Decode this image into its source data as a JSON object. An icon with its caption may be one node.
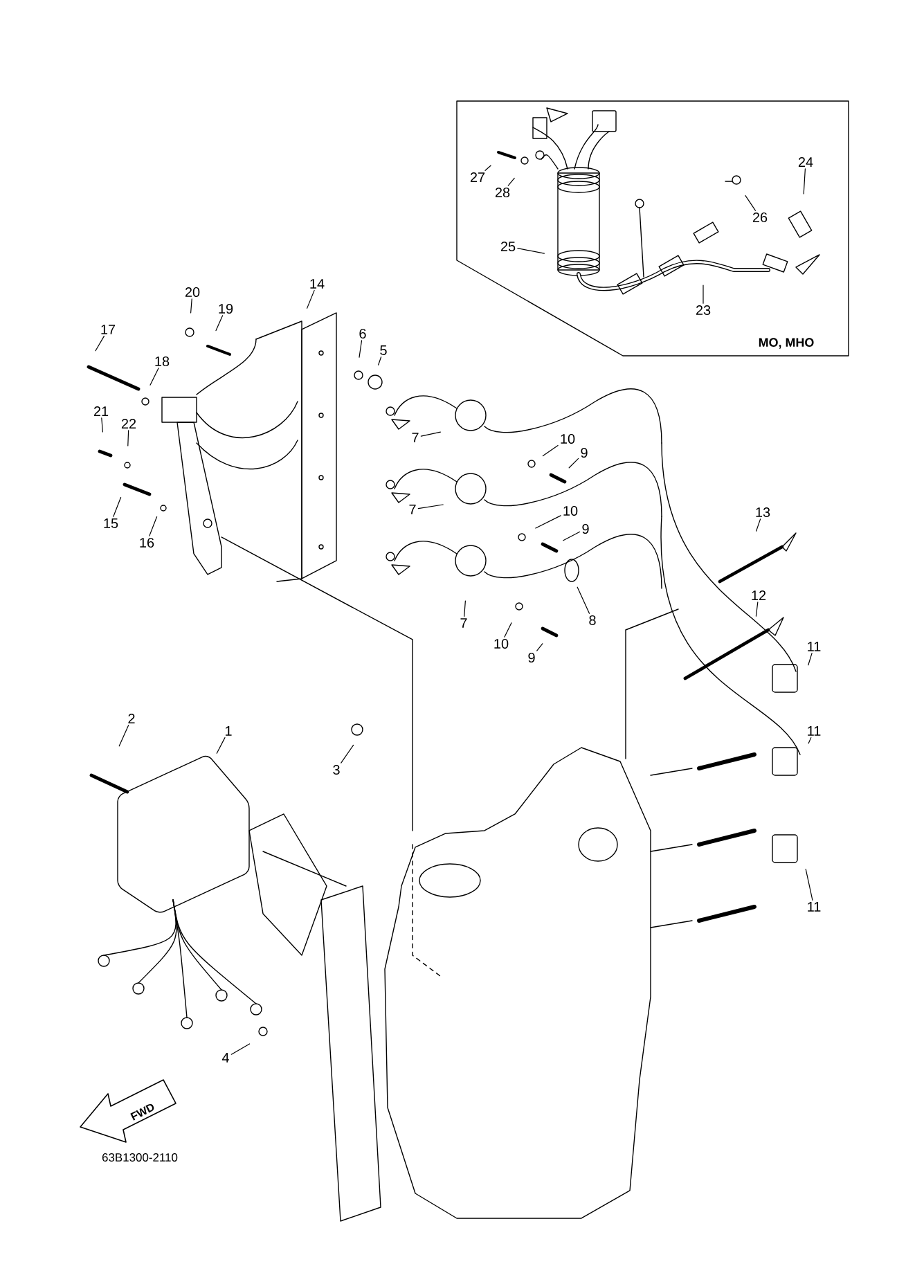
{
  "diagram": {
    "nodes": [
      {
        "text": [
          "24"
        ]
      },
      {
        "text": [
          "27"
        ]
      },
      {
        "text": [
          "28"
        ]
      },
      {
        "text": [
          "26"
        ]
      },
      {
        "text": [
          "25"
        ]
      },
      {
        "text": [
          "14"
        ]
      },
      {
        "text": [
          "20"
        ]
      },
      {
        "text": [
          "19"
        ]
      },
      {
        "text": [
          "23"
        ]
      },
      {
        "text": [
          "17"
        ]
      },
      {
        "text": [
          "6"
        ]
      },
      {
        "text": [
          "5"
        ]
      },
      {
        "text": [
          "18"
        ]
      },
      {
        "text": [
          "21"
        ]
      },
      {
        "text": [
          "22"
        ]
      },
      {
        "text": [
          "7"
        ]
      },
      {
        "text": [
          "10"
        ]
      },
      {
        "text": [
          "9"
        ]
      },
      {
        "text": [
          "7"
        ]
      },
      {
        "text": [
          "10"
        ]
      },
      {
        "text": [
          "13"
        ]
      },
      {
        "text": [
          "15"
        ]
      },
      {
        "text": [
          "9"
        ]
      },
      {
        "text": [
          "16"
        ]
      },
      {
        "text": [
          "12"
        ]
      },
      {
        "text": [
          "8"
        ]
      },
      {
        "text": [
          "7"
        ]
      },
      {
        "text": [
          "10"
        ]
      },
      {
        "text": [
          "11"
        ]
      },
      {
        "text": [
          "9"
        ]
      },
      {
        "text": [
          "2"
        ]
      },
      {
        "text": [
          "1"
        ]
      },
      {
        "text": [
          "11"
        ]
      },
      {
        "text": [
          "3"
        ]
      },
      {
        "text": [
          "11"
        ]
      },
      {
        "text": [
          "4"
        ]
      }
    ],
    "edges": [
      {
        "from": 0,
        "to": null,
        "arrow": "none"
      },
      {
        "from": 1,
        "to": null,
        "arrow": "none"
      },
      {
        "from": 2,
        "to": null,
        "arrow": "none"
      },
      {
        "from": 3,
        "to": null,
        "arrow": "none"
      },
      {
        "from": 4,
        "to": null,
        "arrow": "none"
      },
      {
        "from": 5,
        "to": null,
        "arrow": "none"
      },
      {
        "from": 6,
        "to": null,
        "arrow": "none"
      },
      {
        "from": 7,
        "to": null,
        "arrow": "none"
      },
      {
        "from": 8,
        "to": null,
        "arrow": "none"
      },
      {
        "from": 9,
        "to": null,
        "arrow": "none"
      },
      {
        "from": 10,
        "to": null,
        "arrow": "none"
      },
      {
        "from": 11,
        "to": null,
        "arrow": "none"
      },
      {
        "from": 12,
        "to": null,
        "arrow": "none"
      },
      {
        "from": 13,
        "to": null,
        "arrow": "none"
      },
      {
        "from": 14,
        "to": null,
        "arrow": "none"
      },
      {
        "from": 15,
        "to": null,
        "arrow": "none"
      },
      {
        "from": 16,
        "to": null,
        "arrow": "none"
      },
      {
        "from": 17,
        "to": null,
        "arrow": "none"
      },
      {
        "from": 18,
        "to": null,
        "arrow": "none"
      },
      {
        "from": 19,
        "to": null,
        "arrow": "none"
      },
      {
        "from": 20,
        "to": null,
        "arrow": "none"
      },
      {
        "from": 21,
        "to": null,
        "arrow": "none"
      },
      {
        "from": 22,
        "to": null,
        "arrow": "none"
      },
      {
        "from": 23,
        "to": null,
        "arrow": "none"
      },
      {
        "from": 24,
        "to": null,
        "arrow": "none"
      },
      {
        "from": 25,
        "to": null,
        "arrow": "none"
      },
      {
        "from": 26,
        "to": null,
        "arrow": "none"
      },
      {
        "from": 27,
        "to": null,
        "arrow": "none"
      },
      {
        "from": 28,
        "to": null,
        "arrow": "none"
      },
      {
        "from": 29,
        "to": null,
        "arrow": "none"
      },
      {
        "from": 30,
        "to": null,
        "arrow": "none"
      },
      {
        "from": 31,
        "to": null,
        "arrow": "none"
      },
      {
        "from": 32,
        "to": null,
        "arrow": "none"
      },
      {
        "from": 33,
        "to": null,
        "arrow": "none"
      },
      {
        "from": 34,
        "to": null,
        "arrow": "none"
      },
      {
        "from": 35,
        "to": null,
        "arrow": "none"
      }
    ],
    "labels": [
      "MO, MHO",
      "FWD",
      "63B1300-2110"
    ]
  }
}
